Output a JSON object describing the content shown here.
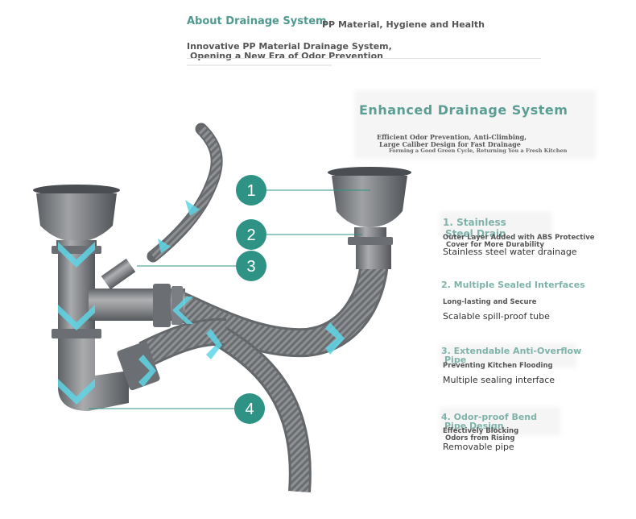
{
  "header": {
    "title": "About Drainage System",
    "subtitle": "PP Material, Hygiene and Health",
    "line1": "Innovative PP Material Drainage System,",
    "line2": "Opening a New Era of Odor Prevention"
  },
  "enhanced": {
    "title": "Enhanced Drainage System",
    "line1": "Efficient Odor Prevention, Anti-Climbing,",
    "line2": "Large Caliber Design for Fast Drainage",
    "line3": "Forming a Good Green Cycle, Returning You a Fresh Kitchen"
  },
  "markers": [
    "1",
    "2",
    "3",
    "4"
  ],
  "features": [
    {
      "title_a": "1. Stainless",
      "title_b": "Steel Drain",
      "sub_a": "Outer Layer Added with ABS Protective",
      "sub_b": "Cover for More Durability",
      "desc": "Stainless steel water drainage"
    },
    {
      "title_a": "2. Multiple Sealed Interfaces",
      "sub_a": "Long-lasting and Secure",
      "desc": "Scalable spill-proof tube"
    },
    {
      "title_a": "3. Extendable Anti-Overflow",
      "title_b": "Pipe",
      "sub_a": "Preventing Kitchen Flooding",
      "desc": "Multiple sealing interface"
    },
    {
      "title_a": "4. Odor-proof Bend",
      "title_b": "Pipe Design",
      "sub_a": "Effectively Blocking",
      "sub_b": "Odors from Rising",
      "desc": "Removable pipe"
    }
  ],
  "colors": {
    "accent": "#2e9385",
    "pipe": "#8d8f92",
    "pipe_dark": "#5d6064",
    "flow": "#5fd6e6"
  }
}
